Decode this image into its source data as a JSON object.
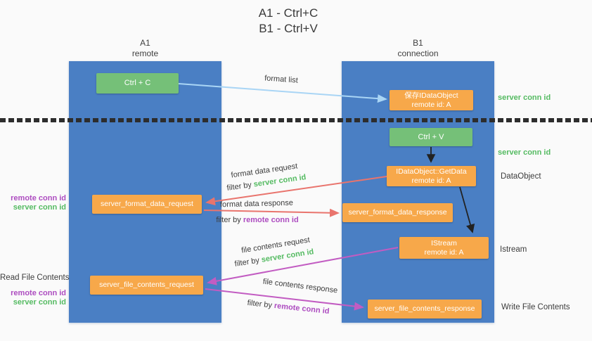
{
  "title": {
    "line1": "A1 - Ctrl+C",
    "line2": "B1 - Ctrl+V"
  },
  "columns": {
    "a": {
      "id": "A1",
      "name": "remote"
    },
    "b": {
      "id": "B1",
      "name": "connection"
    }
  },
  "nodes": {
    "ctrl_c": {
      "label": "Ctrl + C"
    },
    "save_dataobject": {
      "line1": "保存IDataObject",
      "line2": "remote id: A"
    },
    "ctrl_v": {
      "label": "Ctrl + V"
    },
    "getdata": {
      "line1": "IDataObject::GetData",
      "line2": "remote id: A"
    },
    "format_request": {
      "label": "server_format_data_request"
    },
    "format_response": {
      "label": "server_format_data_response"
    },
    "istream": {
      "line1": "IStream",
      "line2": "remote id: A"
    },
    "file_request": {
      "label": "server_file_contents_request"
    },
    "file_response": {
      "label": "server_file_contents_response"
    }
  },
  "arrow_labels": {
    "format_list": "format list",
    "format_data_request": "format data request",
    "format_data_response": "format data response",
    "file_contents_request": "file contents request",
    "file_contents_response": "file contents response",
    "filter_by": "filter by ",
    "server_conn_id": "server conn id",
    "remote_conn_id": "remote conn id"
  },
  "side_labels": {
    "server_conn_id": "server conn id",
    "remote_conn_id": "remote conn id",
    "dataobject": "DataObject",
    "istream": "Istream",
    "write_file_contents": "Write File Contents",
    "read_file_contents": "Read File Contents"
  },
  "colors": {
    "column_blue": "#4a7fc4",
    "box_orange": "#f7a84a",
    "box_green": "#75c078",
    "green_text": "#55bb62",
    "purple_text": "#ad4cc0",
    "red_arrow": "#e9746d",
    "magenta_arrow": "#c25cc2",
    "blue_arrow": "#a9d5f5",
    "black_arrow": "#222222"
  }
}
